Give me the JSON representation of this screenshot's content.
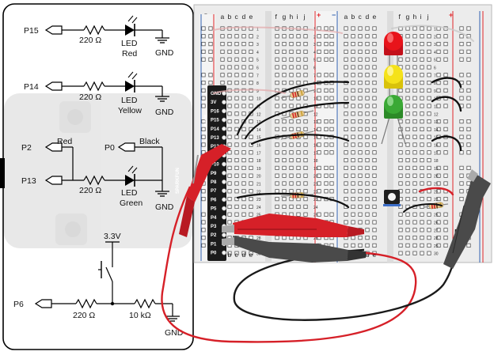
{
  "schematic": {
    "led_circuits": [
      {
        "pin": "P15",
        "resistor": "220 Ω",
        "led_line1": "LED",
        "led_line2": "Red",
        "ground": "GND"
      },
      {
        "pin": "P14",
        "resistor": "220 Ω",
        "led_line1": "LED",
        "led_line2": "Yellow",
        "ground": "GND"
      },
      {
        "pin": "P13",
        "resistor": "220 Ω",
        "led_line1": "LED",
        "led_line2": "Green",
        "ground": "GND"
      }
    ],
    "touch_pins": {
      "left_pin": "P2",
      "left_wire": "Red",
      "right_pin": "P0",
      "right_wire": "Black"
    },
    "button_circuit": {
      "supply": "3.3V",
      "pin": "P6",
      "resistor1": "220 Ω",
      "resistor2": "10 kΩ",
      "ground": "GND"
    }
  },
  "breadboard": {
    "columns_left": [
      "a",
      "b",
      "c",
      "d",
      "e"
    ],
    "columns_right": [
      "f",
      "g",
      "h",
      "i",
      "j"
    ],
    "plus": "+",
    "minus": "−",
    "edge_plus": "+",
    "rows": [
      "1",
      "2",
      "3",
      "4",
      "5",
      "6",
      "7",
      "8",
      "9",
      "10",
      "11",
      "12",
      "13",
      "14",
      "15",
      "16",
      "17",
      "18",
      "19",
      "20",
      "21",
      "22",
      "23",
      "24",
      "25",
      "26",
      "27",
      "28",
      "29",
      "30"
    ]
  },
  "breakout": {
    "pins": [
      "GND",
      "3V",
      "P16",
      "P15",
      "P14",
      "P13",
      "P12",
      "P11",
      "P10",
      "P9",
      "P8",
      "P7",
      "P6",
      "P5",
      "P4",
      "P3",
      "P2",
      "P1",
      "P0"
    ],
    "brand": "SPARKFUN",
    "rev": "RevB"
  },
  "colors": {
    "panel_border": "#000000",
    "led_red": "#e8141b",
    "led_yellow": "#f5e21a",
    "led_green": "#3aa935",
    "clip_red": "#d62028",
    "clip_black": "#4a4a4a",
    "rail_red": "#e0262a",
    "rail_blue": "#2f5fb0"
  }
}
